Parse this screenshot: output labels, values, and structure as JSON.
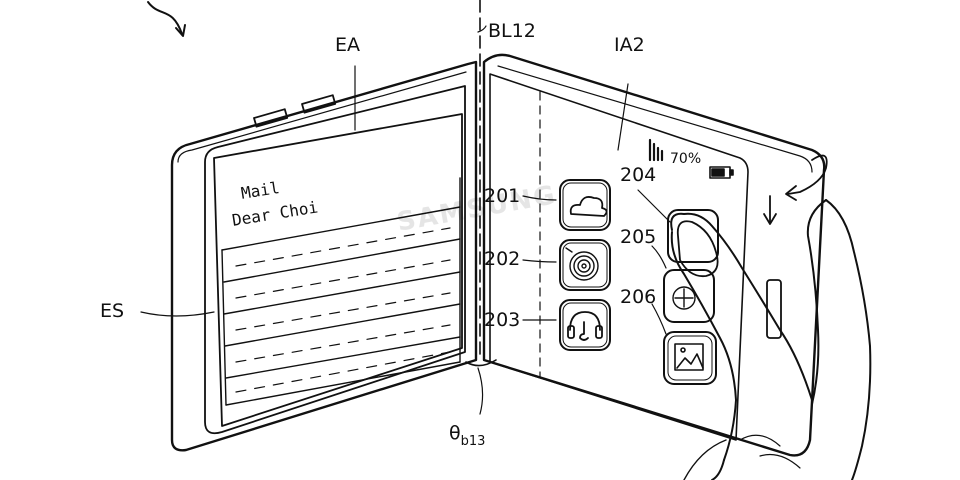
{
  "labels": {
    "ea": "EA",
    "bl12": "BL12",
    "ia2": "IA2",
    "es": "ES",
    "theta_main": "θ",
    "theta_sub": "b13"
  },
  "mail": {
    "title": "Mail",
    "greeting": "Dear Choi"
  },
  "status": {
    "battery_percent": "70%"
  },
  "icons": [
    {
      "ref": "201",
      "icon": "cloud-icon"
    },
    {
      "ref": "202",
      "icon": "vinyl-record-icon"
    },
    {
      "ref": "203",
      "icon": "headphones-icon"
    },
    {
      "ref": "204",
      "icon": "app-icon"
    },
    {
      "ref": "205",
      "icon": "compass-icon"
    },
    {
      "ref": "206",
      "icon": "gallery-icon"
    }
  ],
  "watermark": "SAMSUNG",
  "colors": {
    "line": "#111111",
    "background": "#ffffff"
  }
}
